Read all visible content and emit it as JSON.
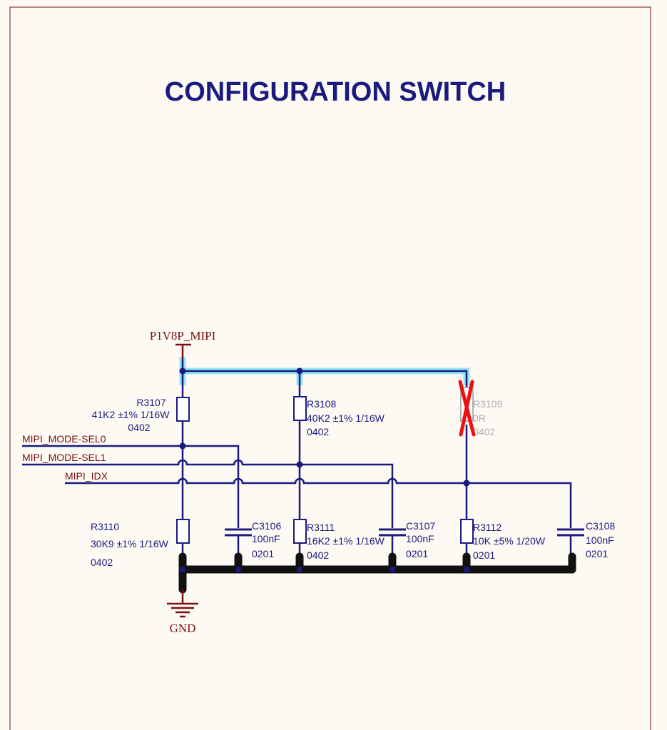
{
  "title": "CONFIGURATION SWITCH",
  "power_net": "P1V8P_MIPI",
  "ground_net": "GND",
  "signal_nets": {
    "sel0": "MIPI_MODE-SEL0",
    "sel1": "MIPI_MODE-SEL1",
    "idx": "MIPI_IDX"
  },
  "resistors": {
    "r3107": {
      "ref": "R3107",
      "value": "41K2 ±1% 1/16W",
      "package": "0402"
    },
    "r3108": {
      "ref": "R3108",
      "value": "40K2 ±1% 1/16W",
      "package": "0402"
    },
    "r3109": {
      "ref": "R3109",
      "value": "0R",
      "package": "0402",
      "not_populated": true
    },
    "r3110": {
      "ref": "R3110",
      "value": "30K9 ±1% 1/16W",
      "package": "0402"
    },
    "r3111": {
      "ref": "R3111",
      "value": "16K2 ±1% 1/16W",
      "package": "0402"
    },
    "r3112": {
      "ref": "R3112",
      "value": "10K ±5% 1/20W",
      "package": "0201"
    }
  },
  "capacitors": {
    "c3106": {
      "ref": "C3106",
      "value": "100nF",
      "package": "0201"
    },
    "c3107": {
      "ref": "C3107",
      "value": "100nF",
      "package": "0201"
    },
    "c3108": {
      "ref": "C3108",
      "value": "100nF",
      "package": "0201"
    }
  },
  "colors": {
    "wire": "#1a1a80",
    "net_label": "#7a1010",
    "highlight": "#7fe0ee",
    "dnp_mark": "#ee1010",
    "background": "#fdfaf3"
  }
}
